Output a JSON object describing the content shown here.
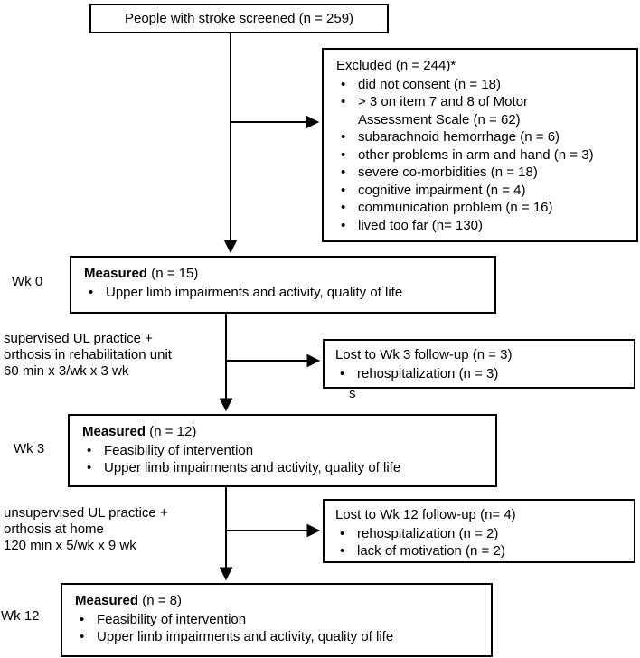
{
  "figure": {
    "screened": {
      "text": "People with stroke screened (n = 259)"
    },
    "excluded": {
      "title": "Excluded (n = 244)*",
      "items": [
        "did not consent (n = 18)",
        "> 3 on item 7 and 8 of Motor Assessment Scale (n = 62)",
        "subarachnoid hemorrhage (n = 6)",
        "other problems in arm and hand (n = 3)",
        "severe co-morbidities (n = 18)",
        "cognitive impairment (n = 4)",
        "communication problem (n = 16)",
        "lived too far (n= 130)"
      ]
    },
    "wk0": {
      "label": "Wk 0",
      "title_bold": "Measured",
      "title_rest": " (n = 15)",
      "items": [
        "Upper limb impairments and activity, quality of life"
      ]
    },
    "phase1": {
      "text": "supervised UL practice +\northosis in rehabilitation unit\n60 min x 3/wk x 3 wk"
    },
    "lost3": {
      "title": "Lost to Wk 3 follow-up (n = 3)",
      "items": [
        "rehospitalization (n = 3)"
      ],
      "stray_text": "s"
    },
    "wk3": {
      "label": "Wk 3",
      "title_bold": "Measured",
      "title_rest": " (n = 12)",
      "items": [
        "Feasibility of intervention",
        "Upper limb impairments and activity, quality of life"
      ]
    },
    "phase2": {
      "text": "unsupervised UL practice +\northosis at home\n120 min x 5/wk x 9 wk"
    },
    "lost12": {
      "title": "Lost to Wk 12 follow-up (n= 4)",
      "items": [
        "rehospitalization (n = 2)",
        "lack of motivation (n = 2)"
      ]
    },
    "wk12": {
      "label": "Wk 12",
      "title_bold": "Measured",
      "title_rest": " (n = 8)",
      "items": [
        "Feasibility of intervention",
        "Upper limb impairments and activity, quality of life"
      ]
    },
    "colors": {
      "line": "#000000",
      "background": "#ffffff"
    }
  }
}
